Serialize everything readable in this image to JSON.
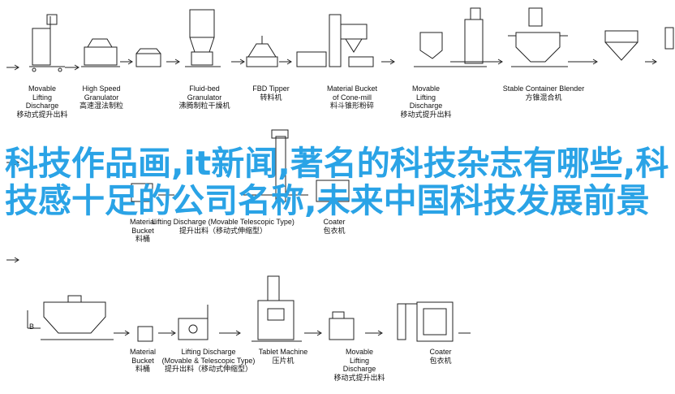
{
  "overlay_title": "科技作品画,it新闻,著名的科技杂志有哪些,科技感十足的公司名称,未来中国科技发展前景",
  "row_labels": {
    "bottom": "B"
  },
  "row1": [
    {
      "en": [
        "Movable",
        "Lifting",
        "Discharge"
      ],
      "zh": "移动式提升出料"
    },
    {
      "en": [
        "High Speed",
        "Granulator"
      ],
      "zh": "高速湿法制粒"
    },
    {
      "en": [
        "Fluid-bed",
        "Granulator"
      ],
      "zh": "沸腾制粒干燥机"
    },
    {
      "en": [
        "FBD Tipper"
      ],
      "zh": "转料机"
    },
    {
      "en": [
        "Material Bucket",
        "of Cone-mill"
      ],
      "zh": "料斗锥形粉碎"
    },
    {
      "en": [
        "Movable",
        "Lifting",
        "Discharge"
      ],
      "zh": "移动式提升出料"
    },
    {
      "en": [
        "Stable Container Blender"
      ],
      "zh": "方锥混合机"
    }
  ],
  "row2": [
    {
      "en": [
        "Material",
        "Bucket"
      ],
      "zh": "料桶"
    },
    {
      "en": [
        "Lifting Discharge (Movable Telescopic Type)"
      ],
      "zh": "提升出料（移动式伸缩型）"
    },
    {
      "en": [
        "Coater"
      ],
      "zh": "包衣机"
    }
  ],
  "row3": [
    {
      "en": [
        "Material",
        "Bucket"
      ],
      "zh": "料桶"
    },
    {
      "en": [
        "Lifting Discharge",
        "(Movable & Telescopic Type)"
      ],
      "zh": "提升出料（移动式伸缩型）"
    },
    {
      "en": [
        "Tablet Machine"
      ],
      "zh": "压片机"
    },
    {
      "en": [
        "Movable",
        "Lifting",
        "Discharge"
      ],
      "zh": "移动式提升出料"
    },
    {
      "en": [
        "Coater"
      ],
      "zh": "包衣机"
    }
  ]
}
